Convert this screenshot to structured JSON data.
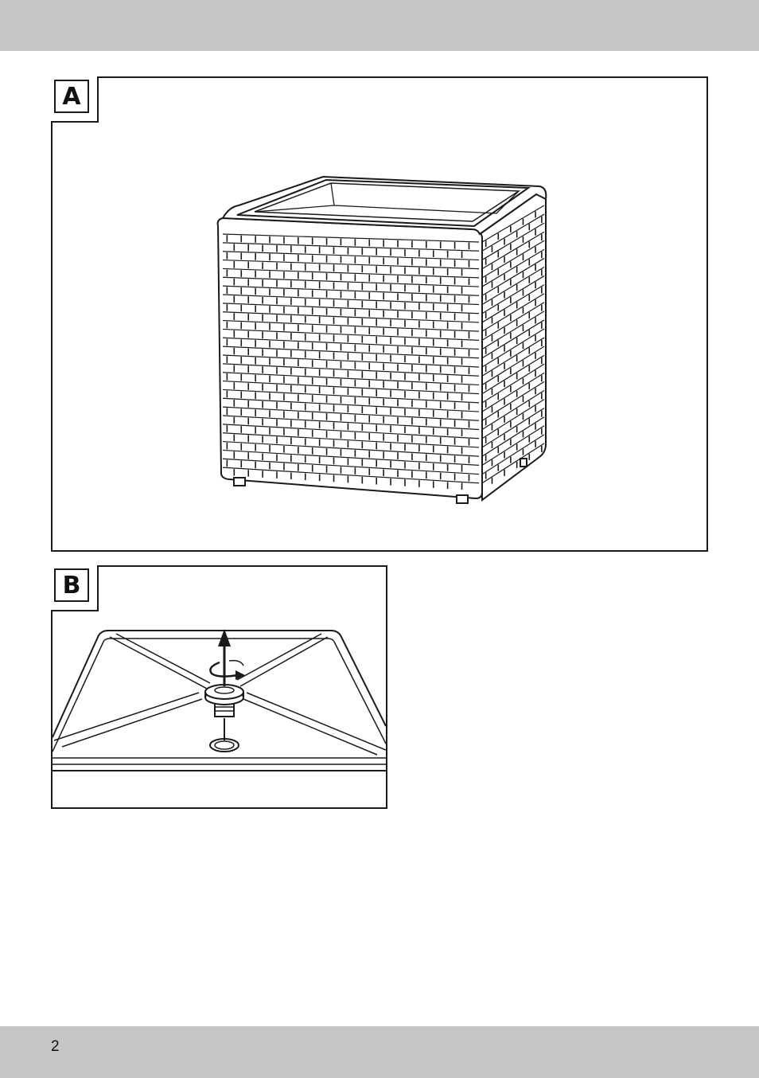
{
  "page": {
    "number": "2"
  },
  "figures": [
    {
      "id": "A",
      "label": "A",
      "illustration": "wicker-planter"
    },
    {
      "id": "B",
      "label": "B",
      "illustration": "drain-plug-removal"
    }
  ],
  "colors": {
    "band": "#c4c5c7",
    "line": "#1a1a1a",
    "background": "#ffffff"
  },
  "icons": [
    "arrow-up-icon",
    "rotate-icon"
  ]
}
